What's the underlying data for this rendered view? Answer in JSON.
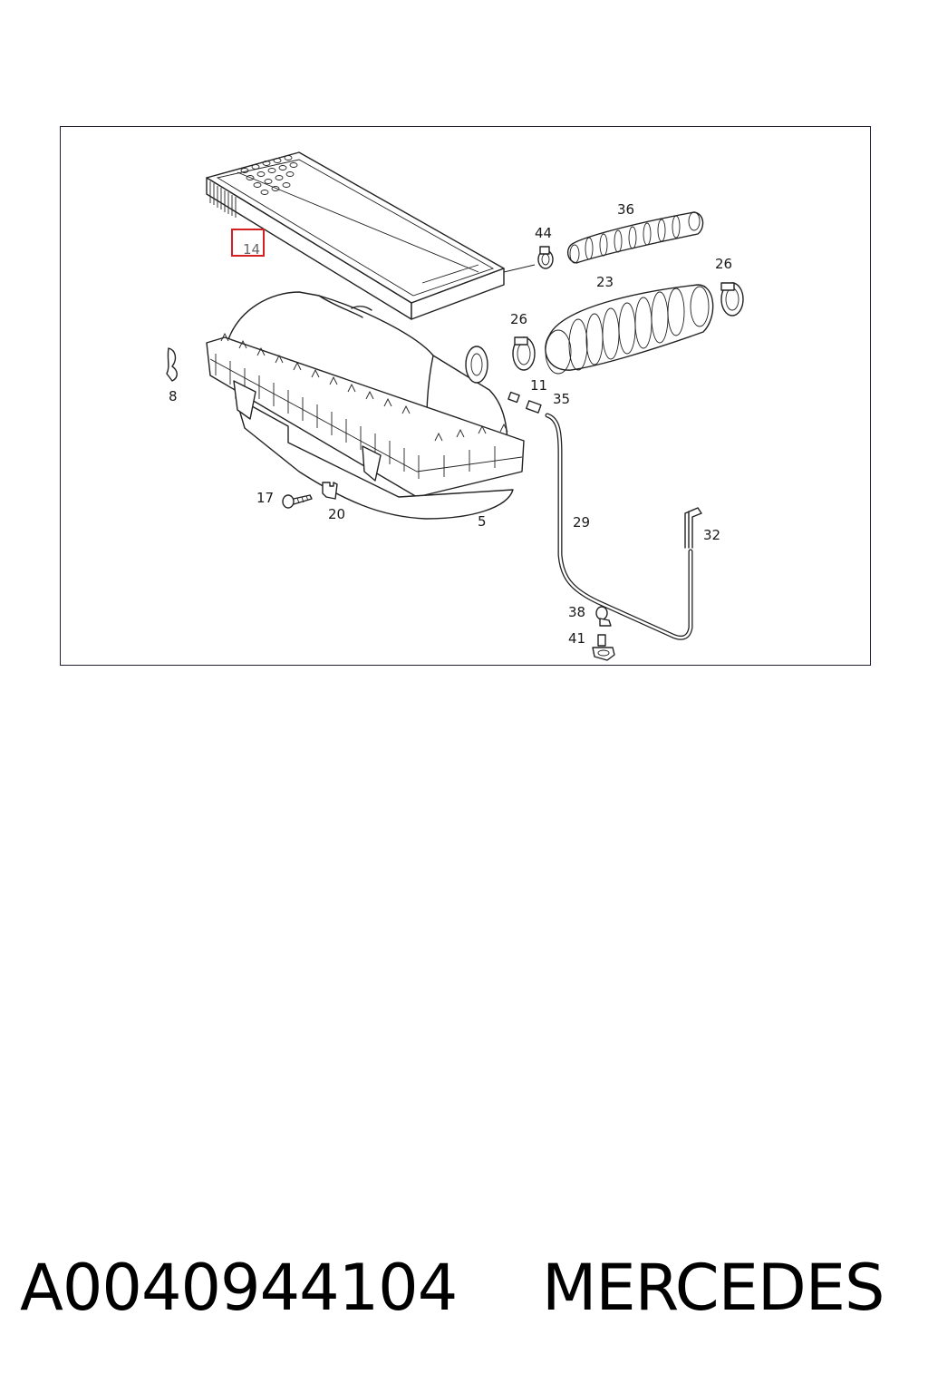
{
  "diagram": {
    "callouts": [
      "14",
      "44",
      "36",
      "26",
      "23",
      "26",
      "8",
      "11",
      "35",
      "17",
      "20",
      "5",
      "29",
      "32",
      "38",
      "41"
    ],
    "highlight_color": "#d42020"
  },
  "caption": {
    "part_number": "A0040944104",
    "brand": "MERCEDES"
  }
}
